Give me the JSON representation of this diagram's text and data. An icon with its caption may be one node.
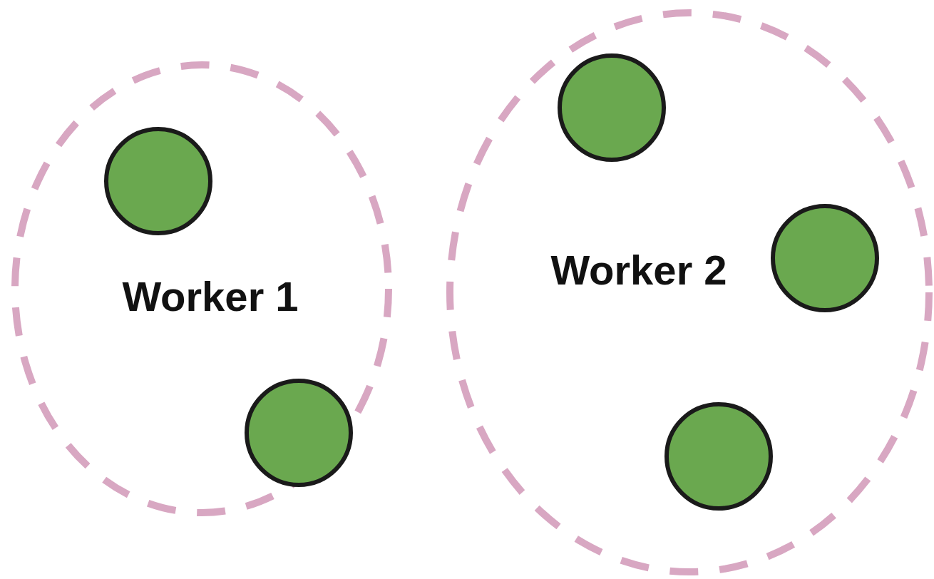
{
  "diagram": {
    "nodes": [
      {
        "text": [
          "Worker 1"
        ]
      },
      {
        "text": [],
        "shape": "circle",
        "in": 0
      },
      {
        "text": [],
        "shape": "circle",
        "in": 0
      },
      {
        "text": [
          "Worker 2"
        ]
      },
      {
        "text": [],
        "shape": "circle",
        "in": 3
      },
      {
        "text": [],
        "shape": "circle",
        "in": 3
      },
      {
        "text": [],
        "shape": "circle",
        "in": 3
      }
    ]
  }
}
